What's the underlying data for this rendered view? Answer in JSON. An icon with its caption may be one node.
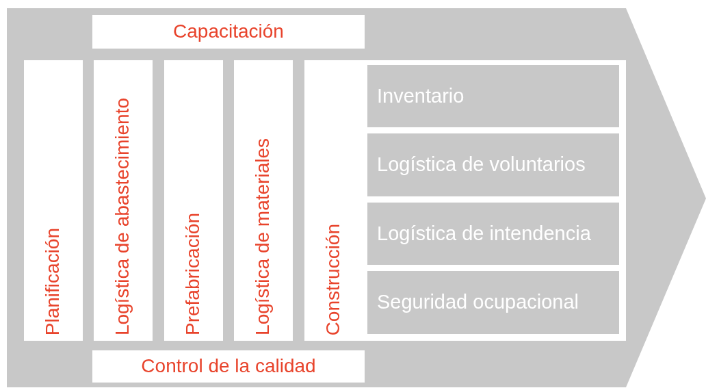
{
  "diagram": {
    "nodes": [
      {
        "text": [
          "Capacitación"
        ]
      },
      {
        "text": [
          "Planificación"
        ]
      },
      {
        "text": [
          "Logística de abastecimiento"
        ]
      },
      {
        "text": [
          "Prefabricación"
        ]
      },
      {
        "text": [
          "Logística de materiales"
        ]
      },
      {
        "text": [
          "Construcción"
        ]
      },
      {
        "text": [
          "Inventario"
        ],
        "in": 5
      },
      {
        "text": [
          "Logística de voluntarios"
        ],
        "in": 5
      },
      {
        "text": [
          "Logística de intendencia"
        ],
        "in": 5
      },
      {
        "text": [
          "Seguridad ocupacional"
        ],
        "in": 5
      },
      {
        "text": [
          "Control de la calidad"
        ]
      }
    ]
  }
}
